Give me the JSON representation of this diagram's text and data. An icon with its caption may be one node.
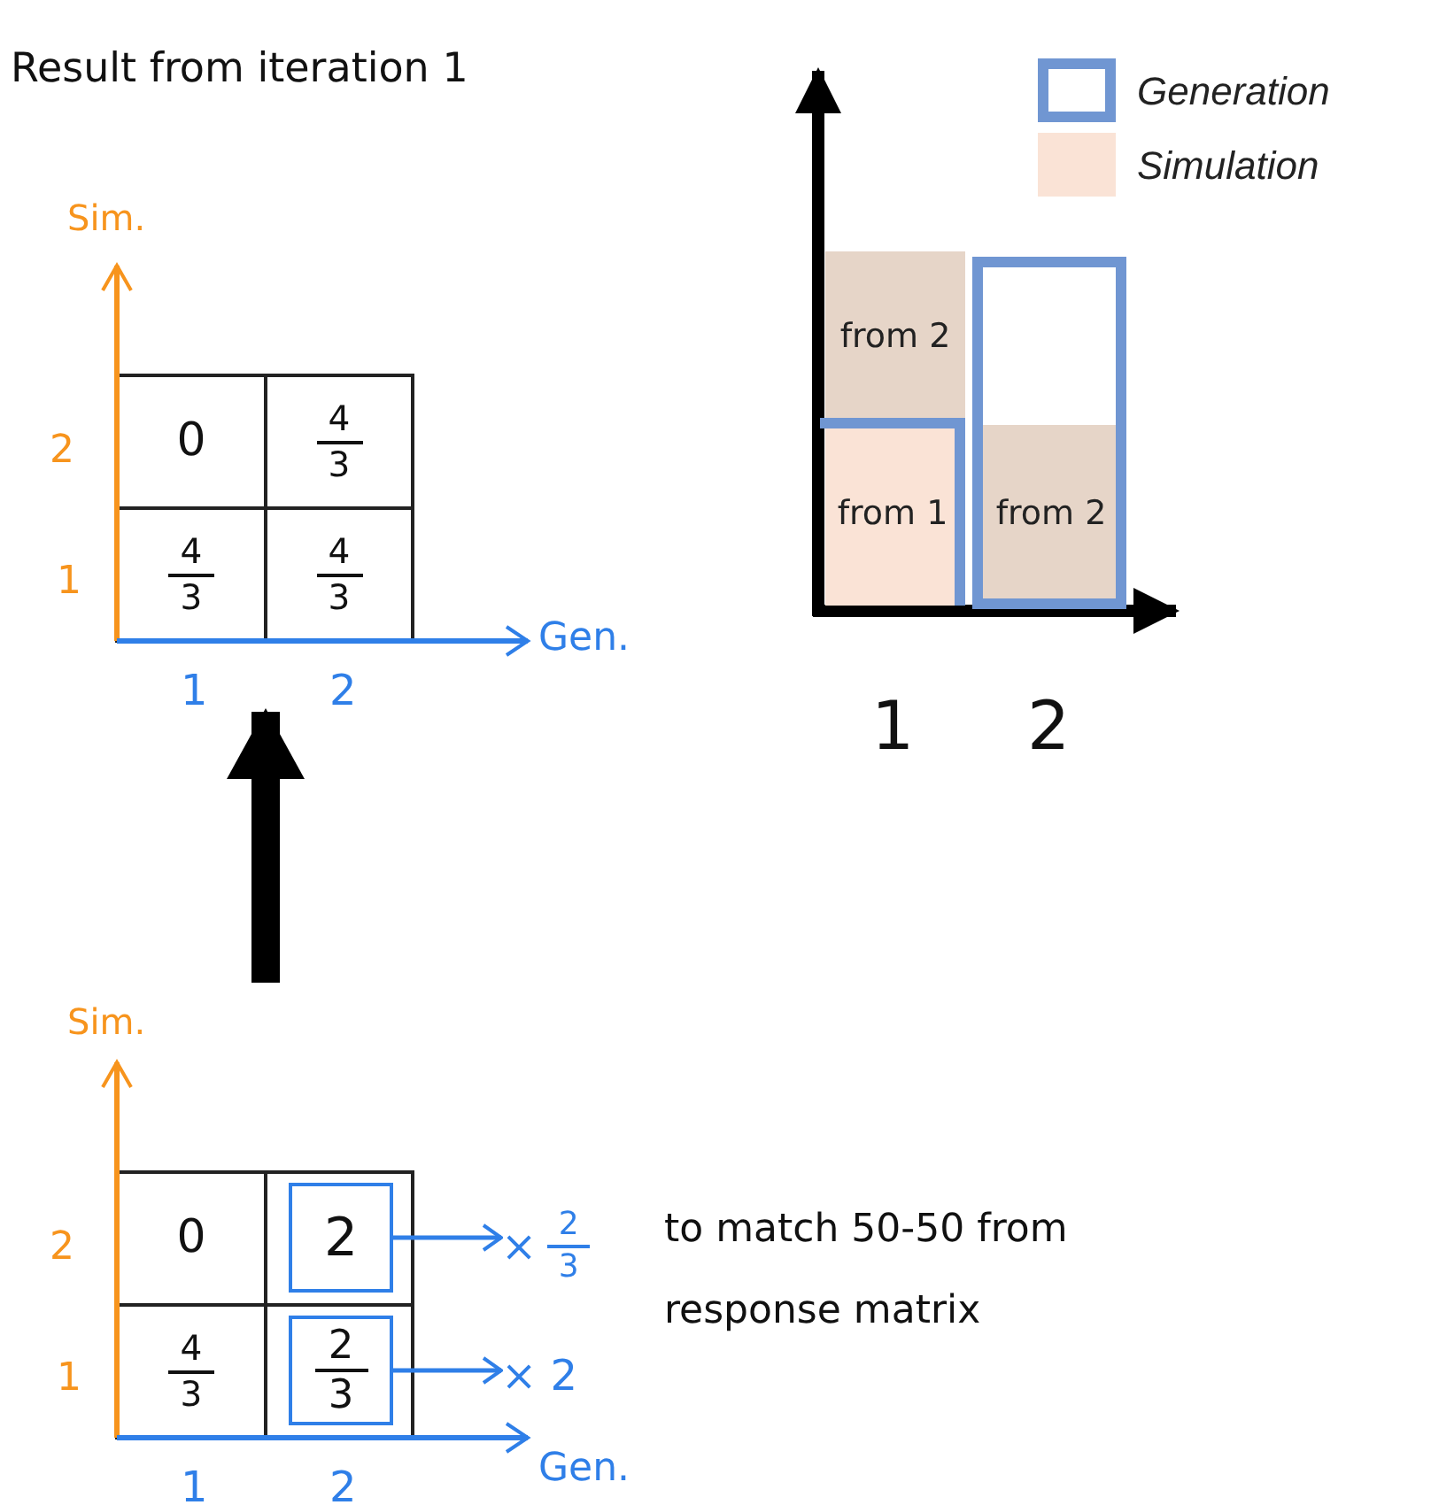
{
  "diagram": {
    "title": "Result from iteration 1",
    "nodes": [
      {
        "text": [],
        "shape": "box"
      },
      {
        "text": [
          "0"
        ],
        "in": 0
      },
      {
        "text": [
          "4",
          "3"
        ],
        "in": 0
      },
      {
        "text": [
          "4",
          "3"
        ],
        "in": 0
      },
      {
        "text": [
          "4",
          "3"
        ],
        "in": 0
      },
      {
        "text": [],
        "shape": "box"
      },
      {
        "text": [
          "0"
        ],
        "in": 5
      },
      {
        "text": [
          "2"
        ],
        "in": 5
      },
      {
        "text": [
          "4",
          "3"
        ],
        "in": 5
      },
      {
        "text": [
          "2",
          "3"
        ],
        "in": 5
      },
      {
        "text": [
          "×",
          "2",
          "3"
        ]
      },
      {
        "text": [
          "× 2"
        ]
      },
      {
        "text": [
          "from 2"
        ]
      },
      {
        "text": [
          "from 1"
        ]
      },
      {
        "text": [
          "from 2"
        ]
      }
    ],
    "edges": [
      {
        "from": 5,
        "to": 0,
        "arrow": "to",
        "style": "thick",
        "color": "#000000"
      },
      {
        "from": 7,
        "to": 10,
        "arrow": "to"
      },
      {
        "from": 9,
        "to": 11,
        "arrow": "to"
      }
    ],
    "labels": [
      "Sim.",
      "2",
      "1",
      "Gen.",
      "1",
      "2",
      "Sim.",
      "2",
      "1",
      "Gen.",
      "1",
      "2",
      "to match 50-50 from response matrix",
      "1",
      "2"
    ],
    "legend": [
      {
        "text": "Generation"
      },
      {
        "text": "Simulation",
        "color": "#fae3d6"
      }
    ]
  }
}
